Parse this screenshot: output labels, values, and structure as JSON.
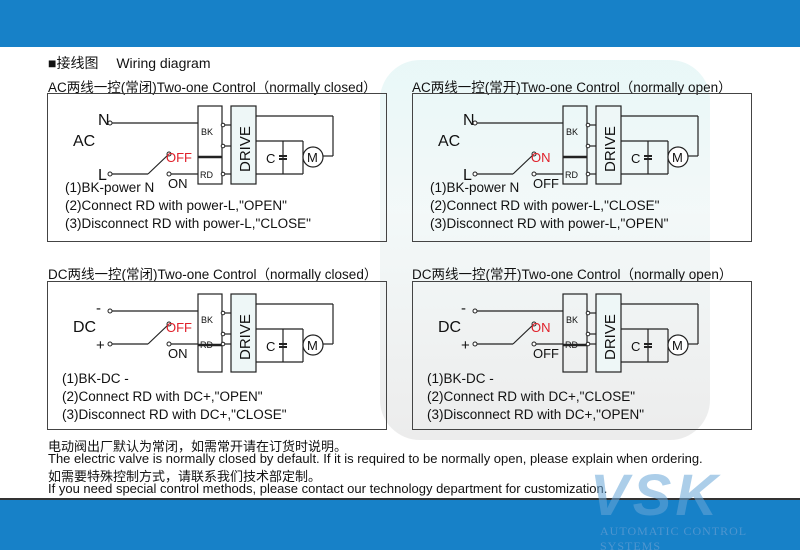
{
  "header": {
    "section_title": "■接线图　 Wiring diagram"
  },
  "panels": [
    {
      "title": "AC两线一控(常闭)Two-one Control（normally closed）",
      "type": "AC",
      "supply": "AC",
      "top_label": "N",
      "bottom_label": "L",
      "upper_switch": "OFF",
      "lower_switch": "ON",
      "red": "upper",
      "lines": [
        "(1)BK-power N",
        "(2)Connect RD with power-L,\"OPEN\"",
        "(3)Disconnect RD with power-L,\"CLOSE\""
      ]
    },
    {
      "title": "AC两线一控(常开)Two-one Control（normally open）",
      "type": "AC",
      "supply": "AC",
      "top_label": "N",
      "bottom_label": "L",
      "upper_switch": "ON",
      "lower_switch": "OFF",
      "red": "upper",
      "lines": [
        "(1)BK-power N",
        "(2)Connect RD with power-L,\"CLOSE\"",
        "(3)Disconnect RD with power-L,\"OPEN\""
      ]
    },
    {
      "title": "DC两线一控(常闭)Two-one Control（normally closed）",
      "type": "DC",
      "supply": "DC",
      "top_label": "-",
      "bottom_label": "+",
      "upper_switch": "OFF",
      "lower_switch": "ON",
      "red": "upper",
      "lines": [
        "(1)BK-DC -",
        "(2)Connect RD with DC+,\"OPEN\"",
        "(3)Disconnect RD with DC+,\"CLOSE\""
      ]
    },
    {
      "title": "DC两线一控(常开)Two-one Control（normally open）",
      "type": "DC",
      "supply": "DC",
      "top_label": "-",
      "bottom_label": "+",
      "upper_switch": "ON",
      "lower_switch": "OFF",
      "red": "upper",
      "lines": [
        "(1)BK-DC -",
        "(2)Connect RD with DC+,\"CLOSE\"",
        "(3)Disconnect RD with DC+,\"OPEN\""
      ]
    }
  ],
  "diagram": {
    "bk": "BK",
    "rd": "RD",
    "drive": "DRIVE",
    "cap": "C",
    "motor": "M"
  },
  "footer_notes": [
    "电动阀出厂默认为常闭，如需常开请在订货时说明。",
    "The electric valve is normally closed by default. If it is required to be normally open, please explain when ordering.",
    "如需要特殊控制方式，请联系我们技术部定制。",
    "If you need special control methods, please contact our technology department for customization."
  ],
  "logo": {
    "text": "VSK",
    "subtitle": "AUTOMATIC CONTROL SYSTEMS"
  },
  "colors": {
    "blue": "#1781c8",
    "red": "#e0202a"
  }
}
